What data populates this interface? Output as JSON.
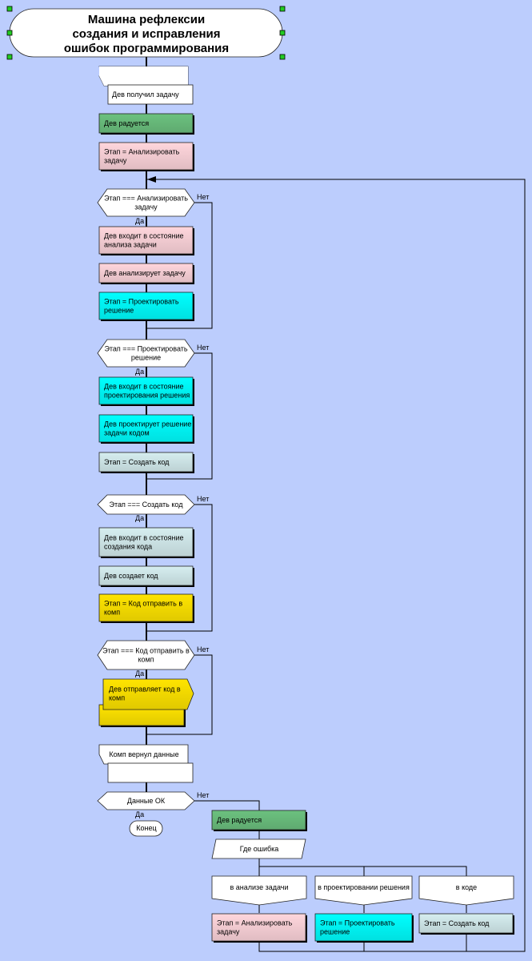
{
  "title": [
    "Машина рефлексии",
    "создания и исправления",
    "ошибок программирования"
  ],
  "colors": {
    "background": "#bccdfd",
    "green": "#6cc17f",
    "pink": "#ffd6dc",
    "cyan": "#00ffff",
    "lightcyan": "#d6eef0",
    "yellow": "#ffe400",
    "white": "#ffffff"
  },
  "branch_labels": {
    "yes": "Да",
    "no": "Нет"
  },
  "nodes": {
    "receive_task": [
      "Дев получил задачу"
    ],
    "dev_happy": [
      "Дев радуется"
    ],
    "set_analyze": [
      "Этап = Анализировать",
      "задачу"
    ],
    "cond_analyze": [
      "Этап === Анализировать",
      "задачу"
    ],
    "enter_analysis": [
      "Дев входит в состояние",
      "анализа задачи"
    ],
    "analyzes": [
      "Дев анализирует задачу"
    ],
    "set_design": [
      "Этап = Проектировать",
      "решение"
    ],
    "cond_design": [
      "Этап === Проектировать",
      "решение"
    ],
    "enter_design": [
      "Дев входит в состояние",
      "проектирования решения"
    ],
    "designs": [
      "Дев проектирует решение",
      "задачи кодом"
    ],
    "set_code": [
      "Этап = Создать код"
    ],
    "cond_code": [
      "Этап === Создать код"
    ],
    "enter_code": [
      "Дев входит в состояние",
      "создания кода"
    ],
    "creates_code": [
      "Дев создает код"
    ],
    "set_send": [
      "Этап = Код отправить в",
      "комп"
    ],
    "cond_send": [
      "Этап === Код отправить в",
      "комп"
    ],
    "sends": [
      "Дев отправляет код в",
      "комп"
    ],
    "comp_returned": [
      "Комп вернул данные"
    ],
    "cond_ok": [
      "Данные ОК"
    ],
    "end": [
      "Конец"
    ],
    "dev_happy2": [
      "Дев радуется"
    ],
    "where_error": [
      "Где ошибка"
    ],
    "case_analysis": [
      "в анализе задачи"
    ],
    "case_design": [
      "в проектировании решения"
    ],
    "case_code": [
      "в коде"
    ],
    "fix_analyze": [
      "Этап = Анализировать",
      "задачу"
    ],
    "fix_design": [
      "Этап = Проектировать",
      "решение"
    ],
    "fix_code": [
      "Этап = Создать код"
    ]
  }
}
